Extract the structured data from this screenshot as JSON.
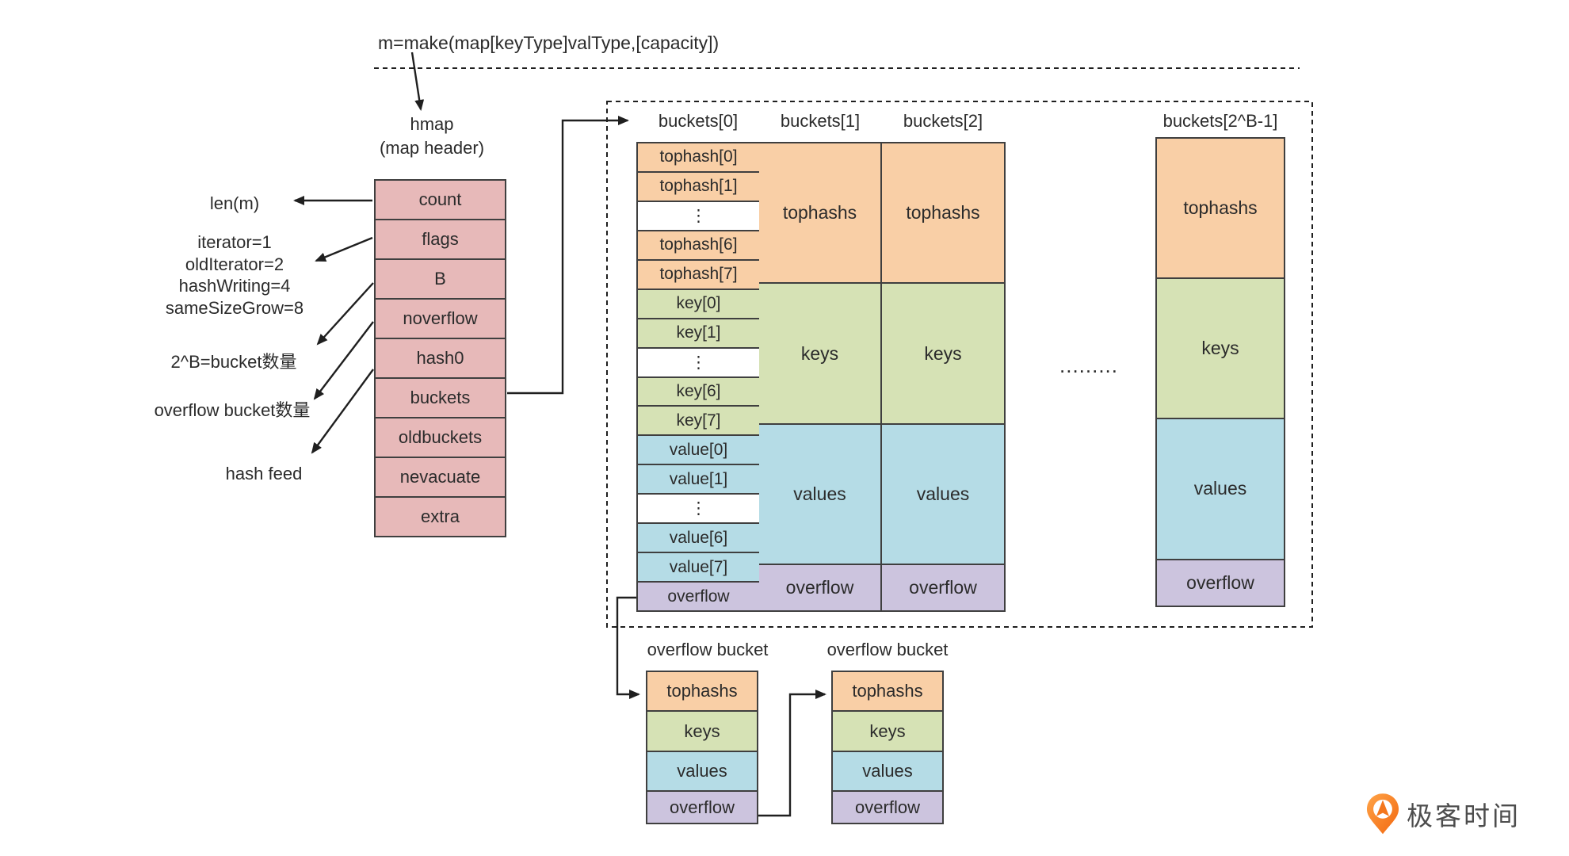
{
  "formula": "m=make(map[keyType]valType,[capacity])",
  "hmap": {
    "title_line1": "hmap",
    "title_line2": "(map header)",
    "fields": [
      "count",
      "flags",
      "B",
      "noverflow",
      "hash0",
      "buckets",
      "oldbuckets",
      "nevacuate",
      "extra"
    ]
  },
  "annotations": {
    "count_note": "len(m)",
    "flags_notes": [
      "iterator=1",
      "oldIterator=2",
      "hashWriting=4",
      "sameSizeGrow=8"
    ],
    "b_note": "2^B=bucket数量",
    "noverflow_note": "overflow bucket数量",
    "hash0_note": "hash feed"
  },
  "buckets": {
    "headers": [
      "buckets[0]",
      "buckets[1]",
      "buckets[2]",
      "buckets[2^B-1]"
    ],
    "bucket0_rows": [
      "tophash[0]",
      "tophash[1]",
      "⋮",
      "tophash[6]",
      "tophash[7]",
      "key[0]",
      "key[1]",
      "⋮",
      "key[6]",
      "key[7]",
      "value[0]",
      "value[1]",
      "⋮",
      "value[6]",
      "value[7]",
      "overflow"
    ],
    "merged_rows": [
      "tophashs",
      "keys",
      "values",
      "overflow"
    ],
    "ellipsis": "........."
  },
  "overflow_buckets": {
    "label": "overflow bucket",
    "rows": [
      "tophashs",
      "keys",
      "values",
      "overflow"
    ]
  },
  "logo": {
    "brand": "极客时间"
  },
  "colors": {
    "pink": "#e7b9b9",
    "orange": "#f9cfa6",
    "green": "#d6e2b5",
    "blue": "#b5dce6",
    "purple": "#ccc4de",
    "line": "#1f1f1f",
    "text": "#2b2b2b",
    "brand-orange": "#f4771d",
    "brand-text": "#4d4d4d"
  }
}
